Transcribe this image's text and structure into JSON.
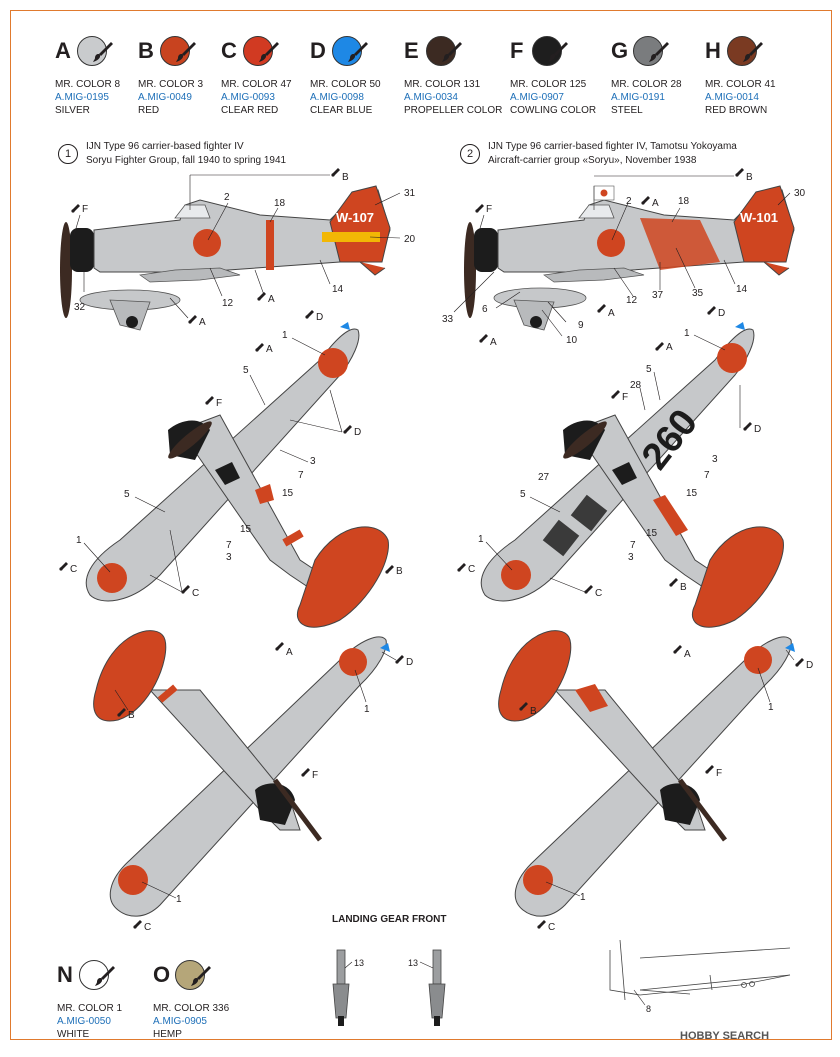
{
  "paints": [
    {
      "letter": "A",
      "name": "MR. COLOR 8",
      "code": "A.MIG-0195",
      "desc": "SILVER",
      "color": "#c9cbcd"
    },
    {
      "letter": "B",
      "name": "MR. COLOR 3",
      "code": "A.MIG-0049",
      "desc": "RED",
      "color": "#c8431f"
    },
    {
      "letter": "C",
      "name": "MR. COLOR 47",
      "code": "A.MIG-0093",
      "desc": "CLEAR RED",
      "color": "#d13a22"
    },
    {
      "letter": "D",
      "name": "MR. COLOR 50",
      "code": "A.MIG-0098",
      "desc": "CLEAR BLUE",
      "color": "#1e88e5"
    },
    {
      "letter": "E",
      "name": "MR. COLOR 131",
      "code": "A.MIG-0034",
      "desc": "PROPELLER COLOR",
      "color": "#3c2a22"
    },
    {
      "letter": "F",
      "name": "MR. COLOR 125",
      "code": "A.MIG-0907",
      "desc": "COWLING COLOR",
      "color": "#1e1e1e"
    },
    {
      "letter": "G",
      "name": "MR. COLOR 28",
      "code": "A.MIG-0191",
      "desc": "STEEL",
      "color": "#7a7c7e"
    },
    {
      "letter": "H",
      "name": "MR. COLOR 41",
      "code": "A.MIG-0014",
      "desc": "RED BROWN",
      "color": "#7a3a22"
    },
    {
      "letter": "N",
      "name": "MR. COLOR 1",
      "code": "A.MIG-0050",
      "desc": "WHITE",
      "color": "#ffffff"
    },
    {
      "letter": "O",
      "name": "MR. COLOR 336",
      "code": "A.MIG-0905",
      "desc": "HEMP",
      "color": "#b5a679"
    }
  ],
  "schemes": [
    {
      "num": "1",
      "line1": "IJN Type 96 carrier-based fighter IV",
      "line2": "Soryu Fighter Group, fall 1940 to spring 1941",
      "code": "W-107"
    },
    {
      "num": "2",
      "line1": "IJN Type 96 carrier-based fighter IV, Tamotsu Yokoyama",
      "line2": "Aircraft-carrier group «Soryu», November 1938",
      "code": "W-101",
      "wing_number": "260"
    }
  ],
  "landing_gear_label": "LANDING GEAR FRONT",
  "watermark": "HOBBY SEARCH",
  "colors": {
    "silver": "#c6c8ca",
    "red": "#cf4520",
    "black": "#1c1c1c",
    "yellow": "#f2b705",
    "frame": "#e07a2e",
    "link": "#1d6fb8"
  }
}
